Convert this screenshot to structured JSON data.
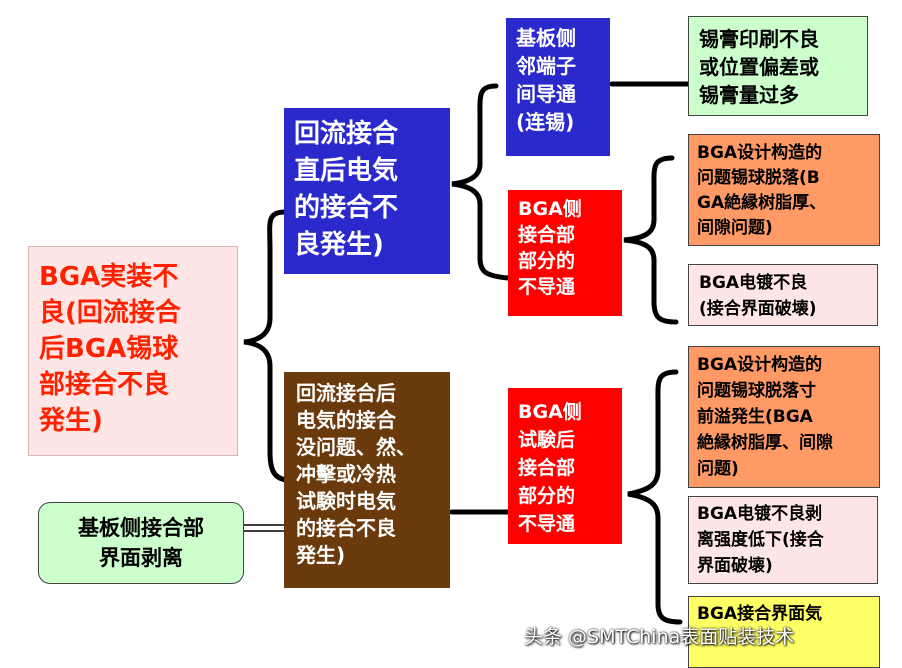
{
  "nodes": {
    "root": "BGA実装不\n良(回流接合\n后BGA锡球\n部接合不良\n発生)",
    "reflow": "回流接合\n直后电気\n的接合不\n良発生)",
    "after_reflow": "回流接合后\n电気的接合\n没问题、然、\n冲擊或冷热\n试験时电気\n的接合不良\n発生)",
    "substrate_bridge": "基板侧\n邻端子\n间导通\n(连锡)",
    "bga_joint_1": "BGA侧\n接合部\n部分的\n不导通",
    "bga_joint_2": "BGA侧\n试験后\n接合部\n部分的\n不导通",
    "paste_print": "锡膏印刷不良\n或位置偏差或\n锡膏量过多",
    "design_issue_1": "BGA设计构造的\n问题锡球脱落(B\nGA絶縁树脂厚、\n间隙问题)",
    "plating_1": "BGA电镀不良\n(接合界面破壊)",
    "design_issue_2": "BGA设计构造的\n问题锡球脱落寸\n前溢発生(BGA\n絶縁树脂厚、间隙\n问题)",
    "plating_2": "BGA电镀不良剥\n离强度低下(接合\n界面破壊)",
    "interface": "BGA接合界面気",
    "substrate_peel": "基板侧接合部\n界面剥离"
  },
  "watermark": "头条 @SMTChina表面贴装技术",
  "colors": {
    "blue": "#2a2acc",
    "red": "#ff0000",
    "brown": "#6b3a0c",
    "green": "#ccffcc",
    "orange": "#ff9966",
    "pink": "#ffe6e6",
    "yellow": "#ffff66",
    "root_text": "#ff2200"
  }
}
